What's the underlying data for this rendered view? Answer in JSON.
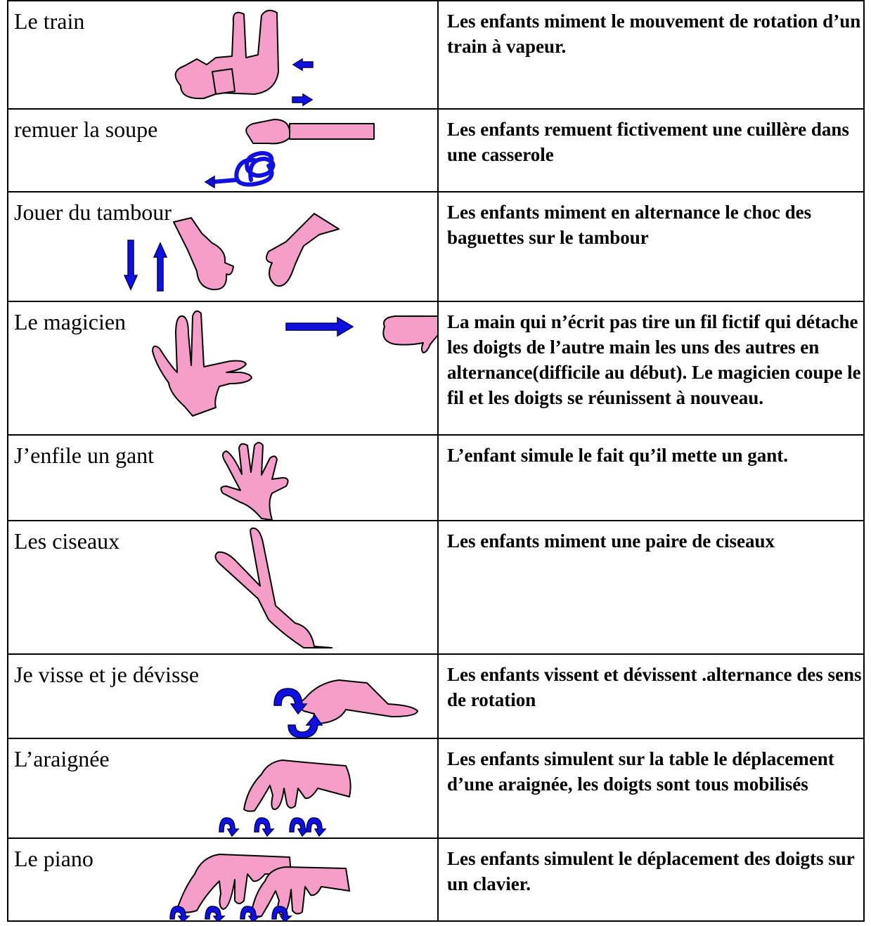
{
  "activities": [
    {
      "name": "Le train",
      "description": "Les enfants miment le mouvement de rotation d’un train à vapeur."
    },
    {
      "name": "remuer la soupe",
      "description": "Les enfants remuent fictivement une cuillère dans une casserole"
    },
    {
      "name": "Jouer du tambour",
      "description": "Les enfants miment en alternance le choc des baguettes sur le tambour"
    },
    {
      "name": "Le magicien",
      "description": "La main qui n’écrit pas tire un fil fictif qui détache les doigts de l’autre main  les uns des autres en alternance(difficile au début). Le magicien coupe le fil et les doigts se réunissent à nouveau."
    },
    {
      "name": "J’enfile un gant",
      "description": "L’enfant simule le fait qu’il mette un gant."
    },
    {
      "name": "Les ciseaux",
      "description": "Les enfants miment une paire de ciseaux"
    },
    {
      "name": "Je visse et je dévisse",
      "description": "Les enfants vissent et dévissent .alternance des sens de rotation"
    },
    {
      "name": "L’araignée",
      "description": "Les enfants simulent sur la table le déplacement d’une araignée, les doigts sont tous mobilisés"
    },
    {
      "name": "Le piano",
      "description": "Les enfants simulent le déplacement des doigts sur un clavier."
    }
  ],
  "colors": {
    "hand": "#f59ec8",
    "arrow": "#1010e0",
    "border": "#000000"
  }
}
